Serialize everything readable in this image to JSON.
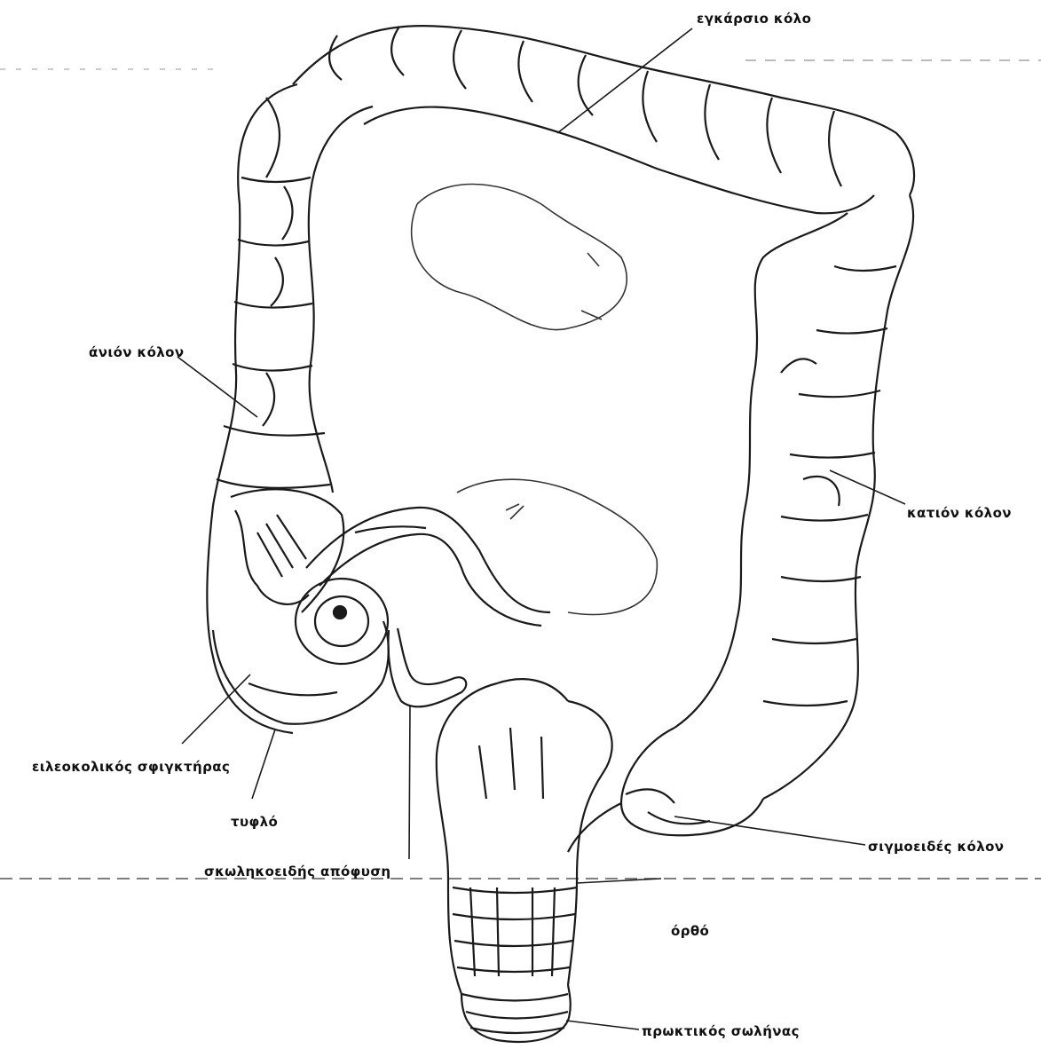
{
  "colors": {
    "ink": "#1a1a1a",
    "paper": "#ffffff"
  },
  "labels": {
    "transverse_colon": "εγκάρσιο κόλο",
    "ascending_colon": "άνιόν κόλον",
    "descending_colon": "κατιόν κόλον",
    "ileocecal_sphincter": "ειλεοκολικός σφιγκτήρας",
    "cecum": "τυφλό",
    "appendix": "σκωληκοειδής απόφυση",
    "sigmoid_colon": "σιγμοειδές κόλον",
    "rectum": "όρθό",
    "anal_canal": "πρωκτικός σωλήνας"
  }
}
